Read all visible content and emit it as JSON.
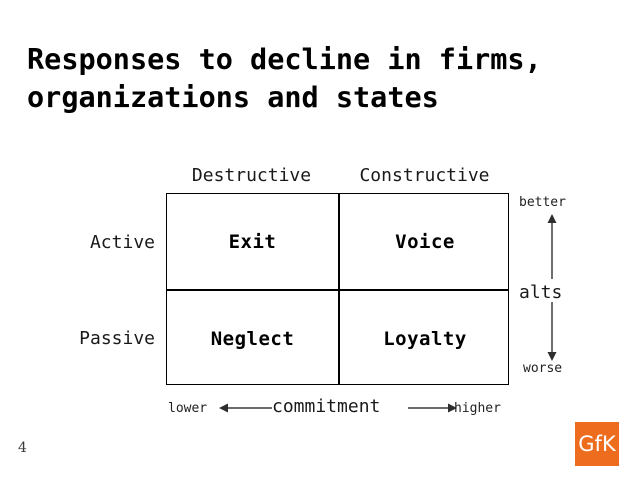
{
  "slide": {
    "title": "Responses to decline in firms,\norganizations and states",
    "page_number": "4"
  },
  "matrix": {
    "column_headers": [
      "Destructive",
      "Constructive"
    ],
    "row_labels": [
      "Active",
      "Passive"
    ],
    "cells": {
      "active_destructive": "Exit",
      "active_constructive": "Voice",
      "passive_destructive": "Neglect",
      "passive_constructive": "Loyalty"
    }
  },
  "axes": {
    "vertical": {
      "name": "alts",
      "top_label": "better",
      "bottom_label": "worse",
      "up_arrow_icon": "arrow-up-icon",
      "down_arrow_icon": "arrow-down-icon"
    },
    "horizontal": {
      "name": "commitment",
      "left_label": "lower",
      "right_label": "higher",
      "left_arrow_icon": "arrow-left-icon",
      "right_arrow_icon": "arrow-right-icon"
    }
  },
  "brand": {
    "logo_text": "GfK",
    "logo_color": "#ee6c1d",
    "logo_text_color": "#ffffff"
  },
  "colors": {
    "background": "#ffffff",
    "foreground": "#000000",
    "muted_text": "#222222",
    "rule": "#000000"
  }
}
